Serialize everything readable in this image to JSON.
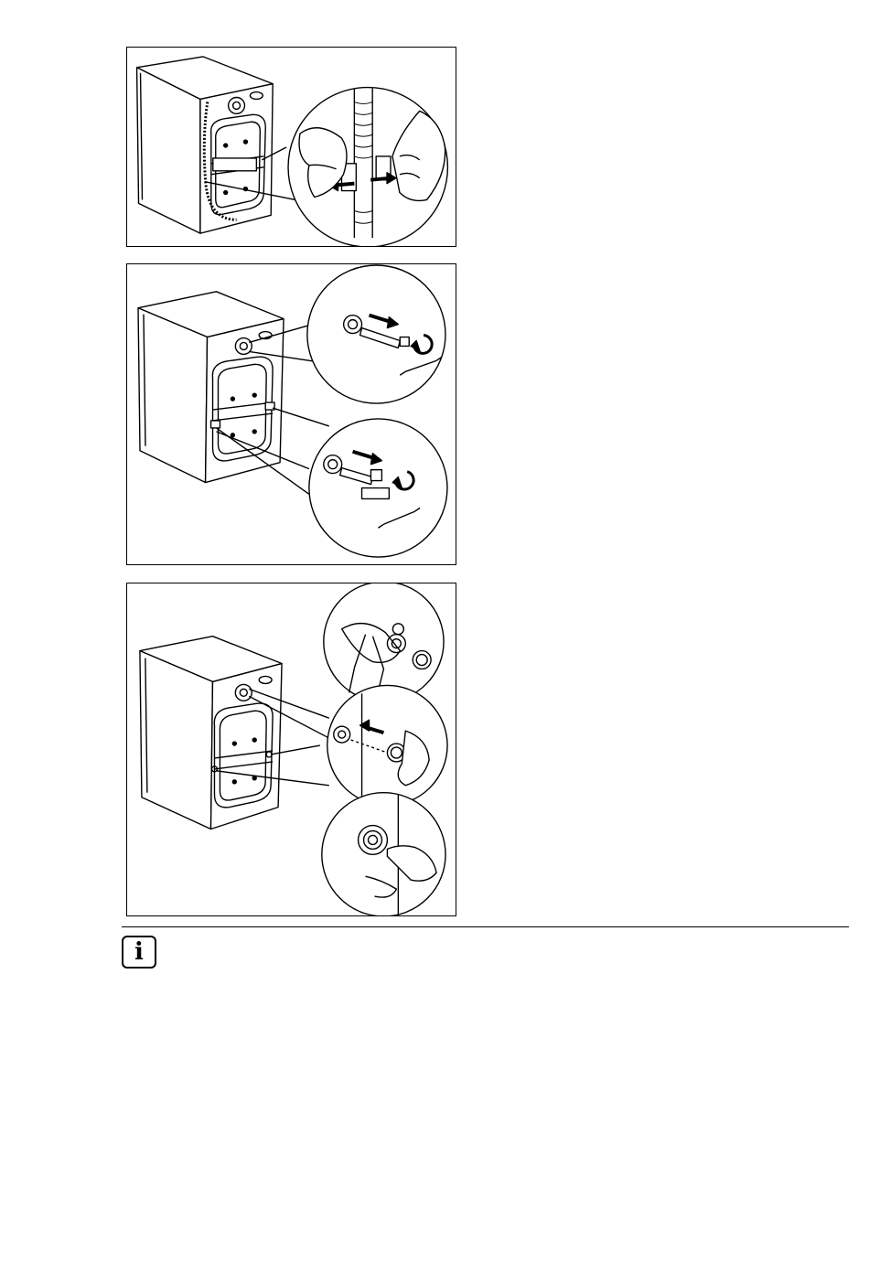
{
  "figures": [
    {
      "id": "remove-hose-clamps",
      "icon": "hose-clamp-removal-illustration"
    },
    {
      "id": "remove-transit-bolts",
      "icon": "transit-bolt-removal-illustration"
    },
    {
      "id": "insert-hole-caps",
      "icon": "plastic-cap-insertion-illustration"
    }
  ],
  "info_note": {
    "icon": "info-icon",
    "glyph": "i"
  },
  "colors": {
    "line": "#000000",
    "background": "#ffffff"
  }
}
